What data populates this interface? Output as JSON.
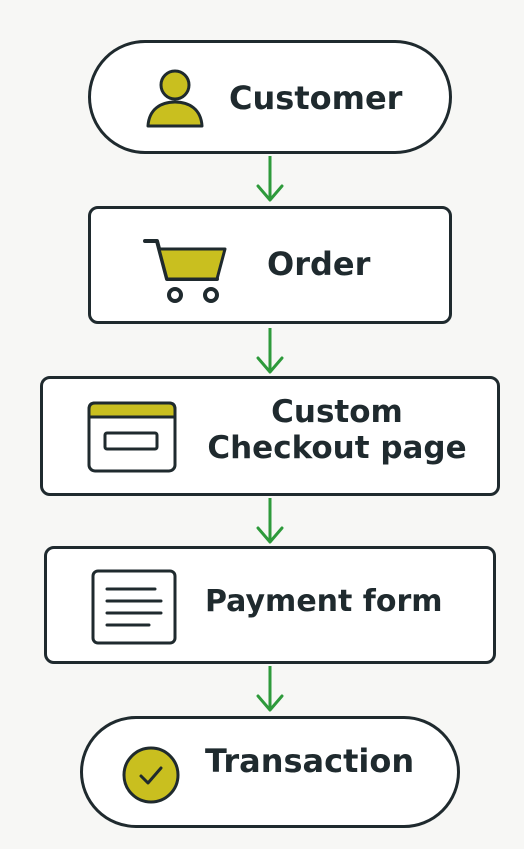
{
  "colors": {
    "accent": "#c9bf1f",
    "outline": "#1f2a2e",
    "arrow": "#2e9a3b",
    "background": "#f7f7f5"
  },
  "flow": {
    "steps": [
      {
        "label": "Customer",
        "icon": "user-icon"
      },
      {
        "label": "Order",
        "icon": "shopping-cart-icon"
      },
      {
        "label_line1": "Custom",
        "label_line2": "Checkout page",
        "icon": "browser-window-icon"
      },
      {
        "label": "Payment form",
        "icon": "form-document-icon"
      },
      {
        "label": "Transaction",
        "icon": "check-circle-icon"
      }
    ]
  }
}
